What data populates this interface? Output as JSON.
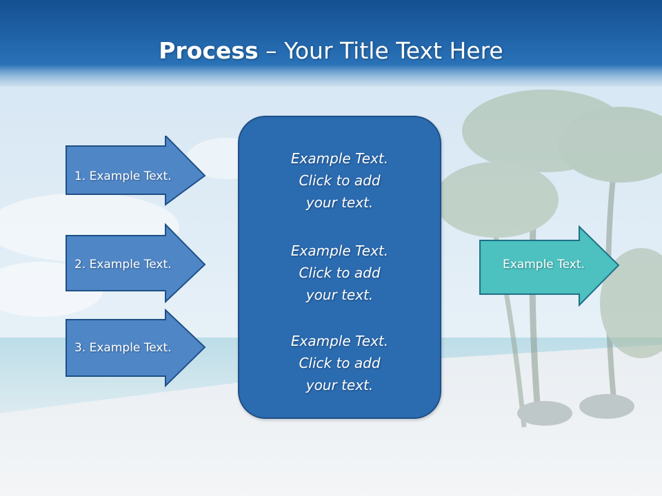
{
  "slide": {
    "title_bold": "Process",
    "title_rest": " – Your Title Text Here"
  },
  "steps": [
    {
      "label": "1. Example Text."
    },
    {
      "label": "2. Example Text."
    },
    {
      "label": "3. Example Text."
    }
  ],
  "center_panel": {
    "blocks": [
      {
        "text": "Example Text.\nClick  to add\nyour text."
      },
      {
        "text": "Example Text.\nClick  to add\nyour text."
      },
      {
        "text": "Example Text.\nClick  to add\nyour text."
      }
    ]
  },
  "result": {
    "label": "Example Text."
  },
  "colors": {
    "header_blue": "#1c5ea6",
    "step_fill": "#4f86c6",
    "panel_fill": "#2b6bb0",
    "result_fill": "#4dc0c0"
  }
}
